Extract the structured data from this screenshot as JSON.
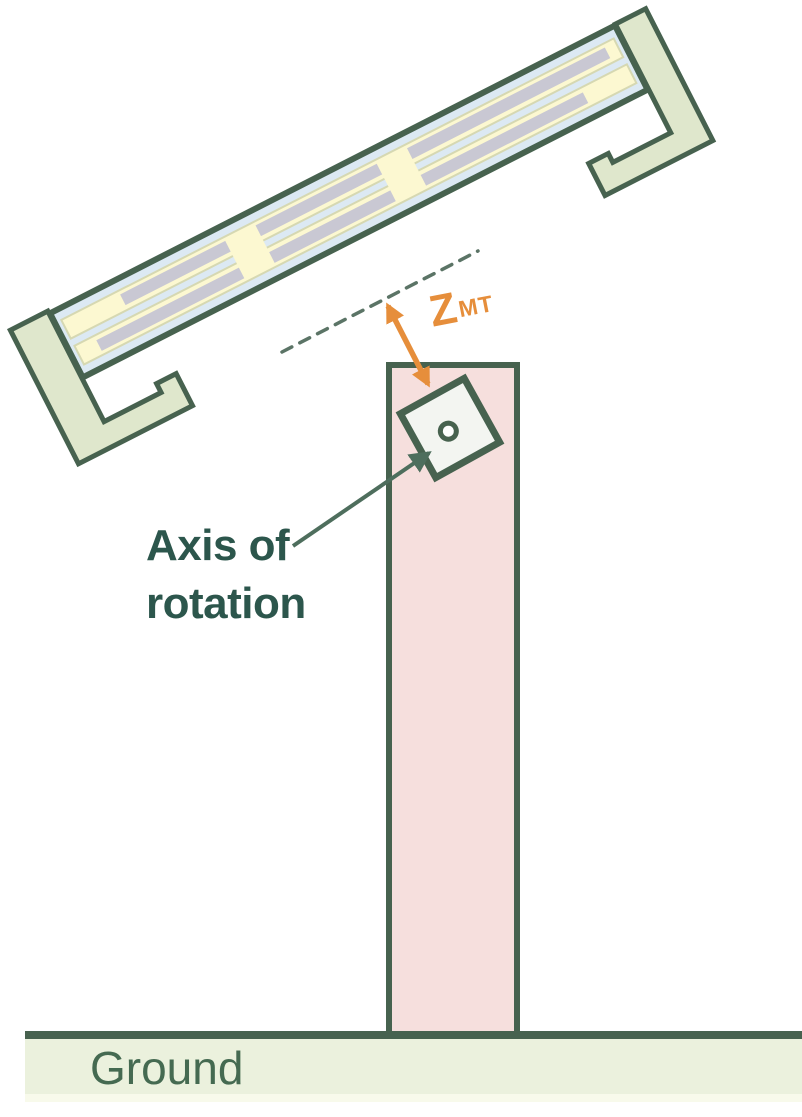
{
  "labels": {
    "ground": "Ground",
    "axis_of_rotation": "Axis of rotation",
    "z_mt": {
      "base": "Z",
      "subscript": "MT"
    }
  },
  "colors": {
    "outline_green": "#47624f",
    "clamp_sage": "#dfe7cc",
    "panel_blue": "#dce9f3",
    "module_yellow": "#fcf8d1",
    "module_yellow_border": "#d6d8b2",
    "cell_gray": "#c9c8d3",
    "pier_pink": "#f6dfdd",
    "tube_face": "#f3f5f1",
    "axis_circle_fill": "#fdfefd",
    "ground_fill": "#ebf1dd",
    "ground_shadow": "#f8faeb",
    "dashed_line": "#5b7466",
    "arrow_orange": "#e68e3b",
    "pointer_green": "#4e6e5d",
    "axis_text": "#2c564c",
    "ground_text": "#456a51"
  }
}
